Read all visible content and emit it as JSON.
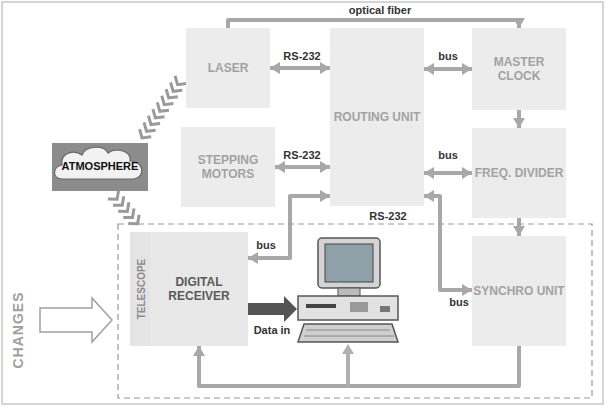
{
  "diagram": {
    "nodes": [
      {
        "text": [
          "LASER"
        ]
      },
      {
        "text": [
          "ROUTING UNIT"
        ]
      },
      {
        "text": [
          "MASTER CLOCK"
        ]
      },
      {
        "text": [
          "STEPPING MOTORS"
        ]
      },
      {
        "text": [
          "FREQ. DIVIDER"
        ]
      },
      {
        "text": [
          "ATMOSPHERE"
        ]
      },
      {
        "text": [
          "TELESCOPE"
        ]
      },
      {
        "text": [
          "DIGITAL RECEIVER"
        ]
      },
      {
        "text": [
          "SYNCHRO UNIT"
        ]
      }
    ],
    "edges": [
      {
        "from": 0,
        "to": 2,
        "label": "optical fiber",
        "arrow": "to"
      },
      {
        "from": 0,
        "to": 1,
        "label": "RS-232",
        "arrow": "both"
      },
      {
        "from": 1,
        "to": 2,
        "label": "bus",
        "arrow": "both"
      },
      {
        "from": 3,
        "to": 1,
        "label": "RS-232",
        "arrow": "both"
      },
      {
        "from": 1,
        "to": 4,
        "label": "bus",
        "arrow": "both"
      },
      {
        "from": 2,
        "to": 4,
        "arrow": "to"
      },
      {
        "from": 4,
        "to": 8,
        "arrow": "to"
      },
      {
        "from": 1,
        "to": 7,
        "label": "bus",
        "arrow": "both"
      },
      {
        "from": 1,
        "to": 8,
        "label": "bus",
        "arrow": "both"
      },
      {
        "from": 8,
        "to": 7,
        "arrow": "to"
      },
      {
        "from": 0,
        "to": 5,
        "arrow": "to"
      },
      {
        "from": 5,
        "to": 6,
        "arrow": "to"
      }
    ],
    "labels": [
      "RS-232",
      "Data in",
      "CHANGES"
    ]
  }
}
